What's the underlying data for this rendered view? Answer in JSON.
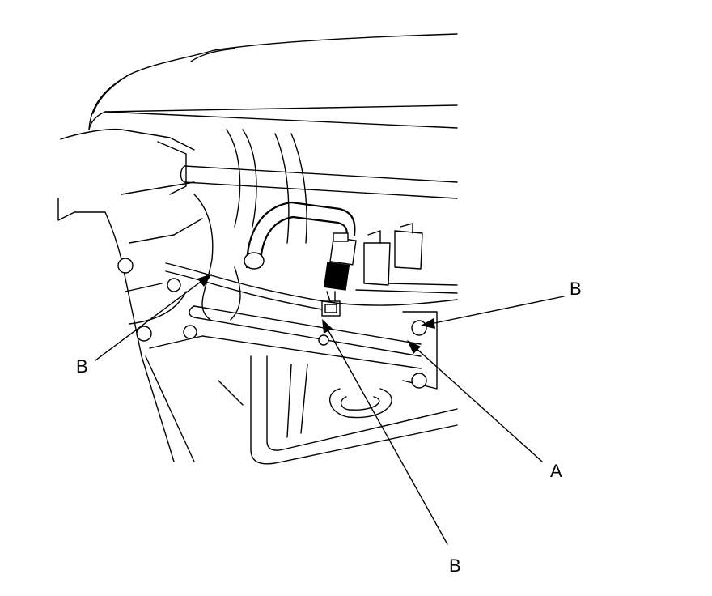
{
  "callouts": {
    "b_left": "B",
    "b_right": "B",
    "b_bottom": "B",
    "a": "A"
  }
}
